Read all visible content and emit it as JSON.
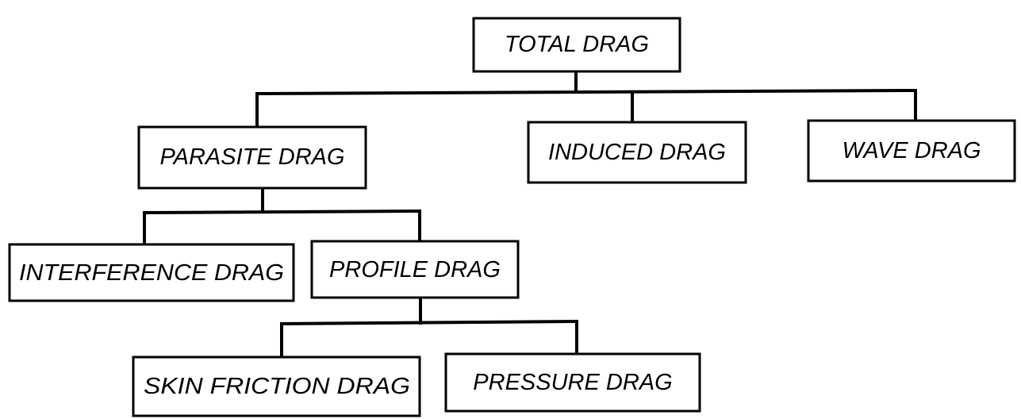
{
  "diagram": {
    "nodes": {
      "total": "TOTAL DRAG",
      "parasite": "PARASITE DRAG",
      "induced": "INDUCED DRAG",
      "wave": "WAVE DRAG",
      "interference": "INTERFERENCE DRAG",
      "profile": "PROFILE DRAG",
      "skin_friction": "SKIN FRICTION DRAG",
      "pressure": "PRESSURE DRAG"
    },
    "edges": [
      [
        "total",
        "parasite"
      ],
      [
        "total",
        "induced"
      ],
      [
        "total",
        "wave"
      ],
      [
        "parasite",
        "interference"
      ],
      [
        "parasite",
        "profile"
      ],
      [
        "profile",
        "skin_friction"
      ],
      [
        "profile",
        "pressure"
      ]
    ]
  }
}
